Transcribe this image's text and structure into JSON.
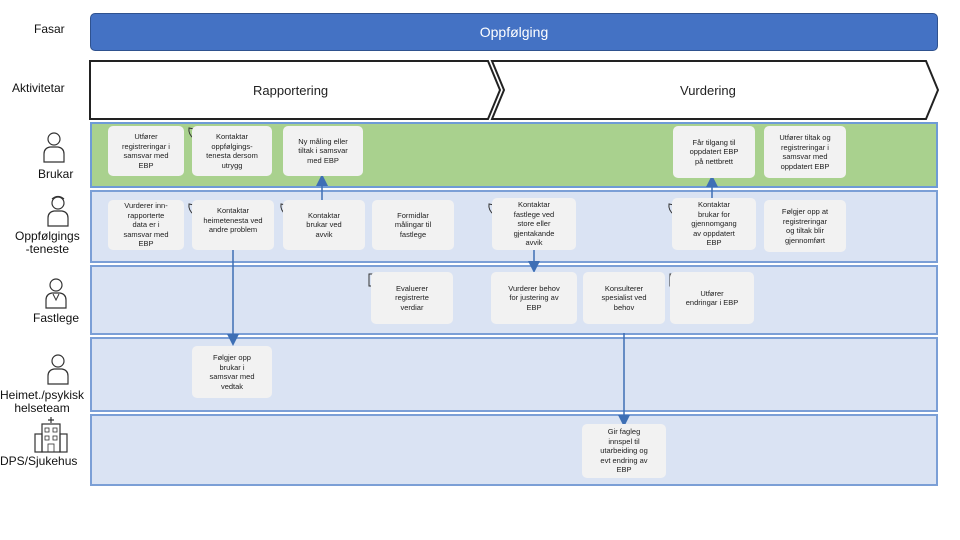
{
  "labels": {
    "fasar": "Fasar",
    "aktivitetar": "Aktivitetar",
    "brukar": "Brukar",
    "oppfolgingstenesta": [
      "Oppfølgings",
      "-teneste"
    ],
    "fastlege": "Fastlege",
    "heimet": [
      "Heimet./psykisk",
      "helseteam"
    ],
    "dps": "DPS/Sjukehus"
  },
  "phase": "Oppfølging",
  "activities": [
    "Rapportering",
    "Vurdering"
  ],
  "boxes": {
    "b1": [
      "Utfører",
      "registreringar i",
      "samsvar med",
      "EBP"
    ],
    "b2": [
      "Kontaktar",
      "oppfølgings-",
      "tenesta dersom",
      "utrygg"
    ],
    "b3": [
      "Ny måling eller",
      "tiltak i samsvar",
      "med EBP"
    ],
    "b4": [
      "Får tilgang til",
      "oppdatert EBP",
      "på nettbrett"
    ],
    "b5": [
      "Utfører tiltak og",
      "registreringar i",
      "samsvar med",
      "oppdatert EBP"
    ],
    "b6": [
      "Vurderer inn-",
      "rapporterte",
      "data er i",
      "samsvar med",
      "EBP"
    ],
    "b7": [
      "Kontaktar",
      "heimetenesta ved",
      "andre problem"
    ],
    "b8": [
      "Kontaktar",
      "brukar ved",
      "avvik"
    ],
    "b9": [
      "Formidlar",
      "målingar til",
      "fastlege"
    ],
    "b10": [
      "Kontaktar",
      "fastlege ved",
      "store eller",
      "gjentakande",
      "avvik"
    ],
    "b11": [
      "Kontaktar",
      "brukar for",
      "gjennomgang",
      "av oppdatert",
      "EBP"
    ],
    "b12": [
      "Følgjer opp at",
      "registreringar",
      "og tiltak blir",
      "gjennomført"
    ],
    "b13": [
      "Evaluerer",
      "registrerte",
      "verdiar"
    ],
    "b14": [
      "Vurderer behov",
      "for justering av",
      "EBP"
    ],
    "b15": [
      "Konsulterer",
      "spesialist ved",
      "behov"
    ],
    "b16": [
      "Utfører",
      "endringar i EBP"
    ],
    "b17": [
      "Følgjer opp",
      "brukar i",
      "samsvar med",
      "vedtak"
    ],
    "b18": [
      "Gir fagleg",
      "innspel til",
      "utarbeiding og",
      "evt endring av",
      "EBP"
    ]
  },
  "colors": {
    "phase": "#4472c4",
    "brukar_lane": "#a9d18e",
    "other_lanes": "#dae3f3",
    "box": "#f2f2f2",
    "arrow": "#3e6fb5"
  },
  "icons": [
    "person-icon",
    "phone-icon",
    "computer-icon",
    "hospital-icon"
  ]
}
